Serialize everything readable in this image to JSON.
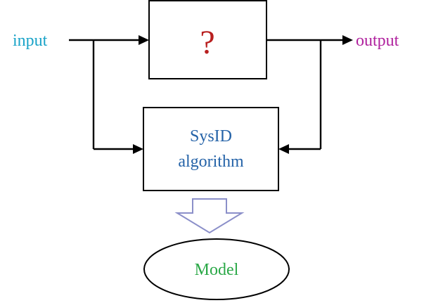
{
  "labels": {
    "input": "input",
    "output": "output",
    "unknown_system": "?",
    "algorithm_line1": "SysID",
    "algorithm_line2": "algorithm",
    "model": "Model"
  },
  "colors": {
    "input": "#1aa3c8",
    "output": "#b0229e",
    "unknown_system": "#b81f1f",
    "algorithm": "#2563a8",
    "model": "#2aa847",
    "result_arrow": "#8b8fc9",
    "lines": "#000000"
  },
  "icons": {
    "result_arrow": "hollow-down-arrow-icon"
  }
}
